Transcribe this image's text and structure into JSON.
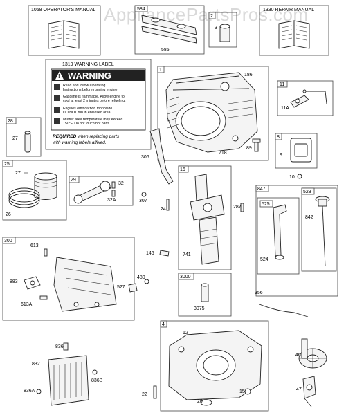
{
  "watermark": "AppliancePartsPros.com",
  "boxes": {
    "operators_manual": "1058 OPERATOR'S MANUAL",
    "b584": "584",
    "b2": "2",
    "repair_manual": "1330 REPAIR MANUAL",
    "warning_label": "1319 WARNING LABEL",
    "b1": "1",
    "b11": "11",
    "b28": "28",
    "b8": "8",
    "b25": "25",
    "b29": "29",
    "b16": "16",
    "b847": "847",
    "b523": "523",
    "b525": "525",
    "b300": "300",
    "b3000": "3000",
    "b4": "4"
  },
  "warning": {
    "title": "WARNING",
    "line1": "Read and follow Operating",
    "line2": "Instructions before running engine.",
    "line3": "Gasoline is flammable. Allow engine to",
    "line4": "cool at least 2 minutes before refueling.",
    "line5": "Engines emit carbon monoxide.",
    "line6": "DO NOT run in enclosed area.",
    "line7": "Muffler area temperature may exceed",
    "line8": "150°F. Do not touch hot parts.",
    "req_bold": "REQUIRED",
    "req_rest": " when replacing parts",
    "req_line2": "with warning labels affixed."
  },
  "labels": {
    "p585": "585",
    "p3": "3",
    "p186": "186",
    "p11a": "11A",
    "p27a": "27",
    "p306": "306",
    "p718": "718",
    "p89": "89",
    "p9": "9",
    "p10": "10",
    "p27b": "27",
    "p26": "26",
    "p32": "32",
    "p32a": "32A",
    "p307": "307",
    "p24": "24",
    "p287": "287",
    "p842": "842",
    "p741": "741",
    "p524": "524",
    "p613": "613",
    "p883": "883",
    "p613a": "613A",
    "p146": "146",
    "p480": "480",
    "p527": "527",
    "p3075": "3075",
    "p356": "356",
    "p836": "836",
    "p832": "832",
    "p836b": "836B",
    "p836a": "836A",
    "p12": "12",
    "p22": "22",
    "p20": "20",
    "p15": "15",
    "p46": "46",
    "p47": "47"
  }
}
